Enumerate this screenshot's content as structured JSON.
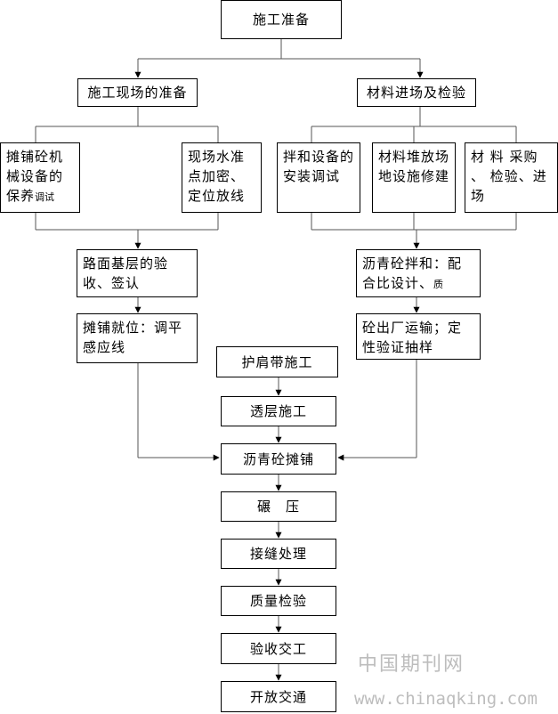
{
  "flow": {
    "top": "施工准备",
    "left_branch": "施工现场的准备",
    "right_branch": "材料进场及检验",
    "paver_setup_main": "摊铺砼机械设备的保养",
    "paver_setup_small": "调试",
    "survey": "现场水准点加密、定位放线",
    "mixer_setup": "拌和设备的安装调试",
    "stockpile": "材料堆放场地设施修建",
    "procurement": "材 料 采购 、 检验、进场",
    "base_accept": "路面基层的验收、签认",
    "mix_design_main": "沥青砼拌和：配合比设计、",
    "mix_design_small": "质",
    "paver_position": "摊铺就位：调平感应线",
    "transport": "砼出厂运输；定性验证抽样",
    "shoulder": "护肩带施工",
    "prime": "透层施工",
    "paving": "沥青砼摊铺",
    "rolling": "碾　压",
    "joints": "接缝处理",
    "quality": "质量检验",
    "acceptance": "验收交工",
    "open": "开放交通"
  },
  "watermark": {
    "cn": "中国期刊网",
    "url": "www.chinaqking.com"
  }
}
